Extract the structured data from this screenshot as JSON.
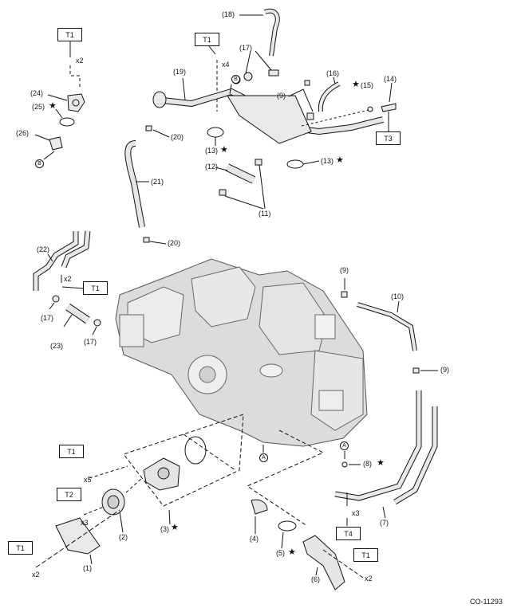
{
  "parts": [
    {
      "id": "p1",
      "text": "(1)"
    },
    {
      "id": "p2",
      "text": "(2)"
    },
    {
      "id": "p3",
      "text": "(3)"
    },
    {
      "id": "p4",
      "text": "(4)"
    },
    {
      "id": "p5",
      "text": "(5)"
    },
    {
      "id": "p6",
      "text": "(6)"
    },
    {
      "id": "p7",
      "text": "(7)"
    },
    {
      "id": "p8",
      "text": "(8)"
    },
    {
      "id": "p9a",
      "text": "(9)"
    },
    {
      "id": "p9b",
      "text": "(9)"
    },
    {
      "id": "p9c",
      "text": "(9)"
    },
    {
      "id": "p10",
      "text": "(10)"
    },
    {
      "id": "p11",
      "text": "(11)"
    },
    {
      "id": "p12",
      "text": "(12)"
    },
    {
      "id": "p13a",
      "text": "(13)"
    },
    {
      "id": "p13b",
      "text": "(13)"
    },
    {
      "id": "p14",
      "text": "(14)"
    },
    {
      "id": "p15",
      "text": "(15)"
    },
    {
      "id": "p16",
      "text": "(16)"
    },
    {
      "id": "p17a",
      "text": "(17)"
    },
    {
      "id": "p17b",
      "text": "(17)"
    },
    {
      "id": "p17c",
      "text": "(17)"
    },
    {
      "id": "p18",
      "text": "(18)"
    },
    {
      "id": "p19",
      "text": "(19)"
    },
    {
      "id": "p20a",
      "text": "(20)"
    },
    {
      "id": "p20b",
      "text": "(20)"
    },
    {
      "id": "p21",
      "text": "(21)"
    },
    {
      "id": "p22",
      "text": "(22)"
    },
    {
      "id": "p23",
      "text": "(23)"
    },
    {
      "id": "p24",
      "text": "(24)"
    },
    {
      "id": "p25",
      "text": "(25)"
    },
    {
      "id": "p26",
      "text": "(26)"
    }
  ],
  "torque_boxes": [
    {
      "id": "t_top_left",
      "text": "T1"
    },
    {
      "id": "t_top_mid",
      "text": "T1"
    },
    {
      "id": "t_top_right",
      "text": "T3"
    },
    {
      "id": "t_mid_left",
      "text": "T1"
    },
    {
      "id": "t_pump",
      "text": "T1"
    },
    {
      "id": "t_pulley",
      "text": "T2"
    },
    {
      "id": "t_bottom_left",
      "text": "T1"
    },
    {
      "id": "t_bottom_mid",
      "text": "T4"
    },
    {
      "id": "t_bottom_right",
      "text": "T1"
    }
  ],
  "quantities": [
    {
      "id": "q1",
      "text": "x2"
    },
    {
      "id": "q2",
      "text": "x4"
    },
    {
      "id": "q3",
      "text": "x2"
    },
    {
      "id": "q4",
      "text": "x5"
    },
    {
      "id": "q5",
      "text": "x3"
    },
    {
      "id": "q6",
      "text": "x2"
    },
    {
      "id": "q7",
      "text": "x3"
    },
    {
      "id": "q8",
      "text": "x2"
    }
  ],
  "stars": [
    {
      "id": "s25",
      "text": "★"
    },
    {
      "id": "s15",
      "text": "★"
    },
    {
      "id": "s13a",
      "text": "★"
    },
    {
      "id": "s13b",
      "text": "★"
    },
    {
      "id": "s3",
      "text": "★"
    },
    {
      "id": "s8",
      "text": "★"
    },
    {
      "id": "s5",
      "text": "★"
    }
  ],
  "reference_marks": [
    {
      "id": "ref_b_top",
      "text": "B"
    },
    {
      "id": "ref_b_left",
      "text": "B"
    },
    {
      "id": "ref_a_engine",
      "text": "A"
    },
    {
      "id": "ref_a_right",
      "text": "A"
    }
  ],
  "figure_code": "CO-11293",
  "colors": {
    "line": "#111111",
    "part_fill": "#e9e9e9",
    "engine_fill": "#dcdcdc",
    "background": "#ffffff"
  }
}
